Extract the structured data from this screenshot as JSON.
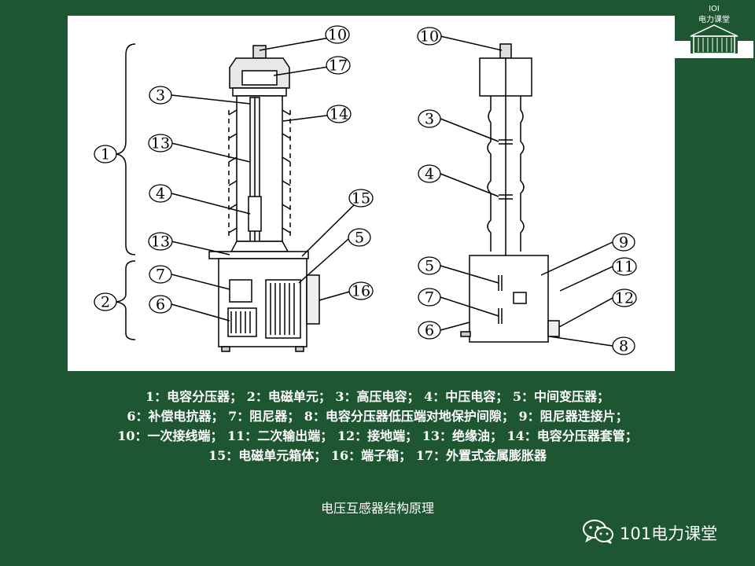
{
  "diagram": {
    "left_view_callouts": [
      "10",
      "17",
      "3",
      "14",
      "13",
      "1",
      "4",
      "15",
      "13",
      "5",
      "7",
      "2",
      "6",
      "16"
    ],
    "right_view_callouts": [
      "10",
      "3",
      "4",
      "9",
      "5",
      "11",
      "7",
      "12",
      "6",
      "8"
    ]
  },
  "legend": {
    "lines": [
      "1：电容分压器； 2：电磁单元； 3：高压电容； 4：中压电容； 5：中间变压器；",
      "6：补偿电抗器； 7：阻尼器； 8：电容分压器低压端对地保护间隙； 9：阻尼器连接片；",
      "10：一次接线端； 11：二次输出端； 12：接地端； 13：绝缘油； 14：电容分压器套管；",
      "15：电磁单元箱体； 16：端子箱； 17：外置式金属膨胀器"
    ]
  },
  "caption": "电压互感器结构原理",
  "logo": {
    "text": "101电力课堂",
    "icon": "building-logo-icon"
  },
  "brand": {
    "icon": "wechat-icon",
    "text": "101电力课堂"
  },
  "colors": {
    "background": "#1e5631",
    "panel": "#ffffff",
    "text": "#ffffff"
  }
}
